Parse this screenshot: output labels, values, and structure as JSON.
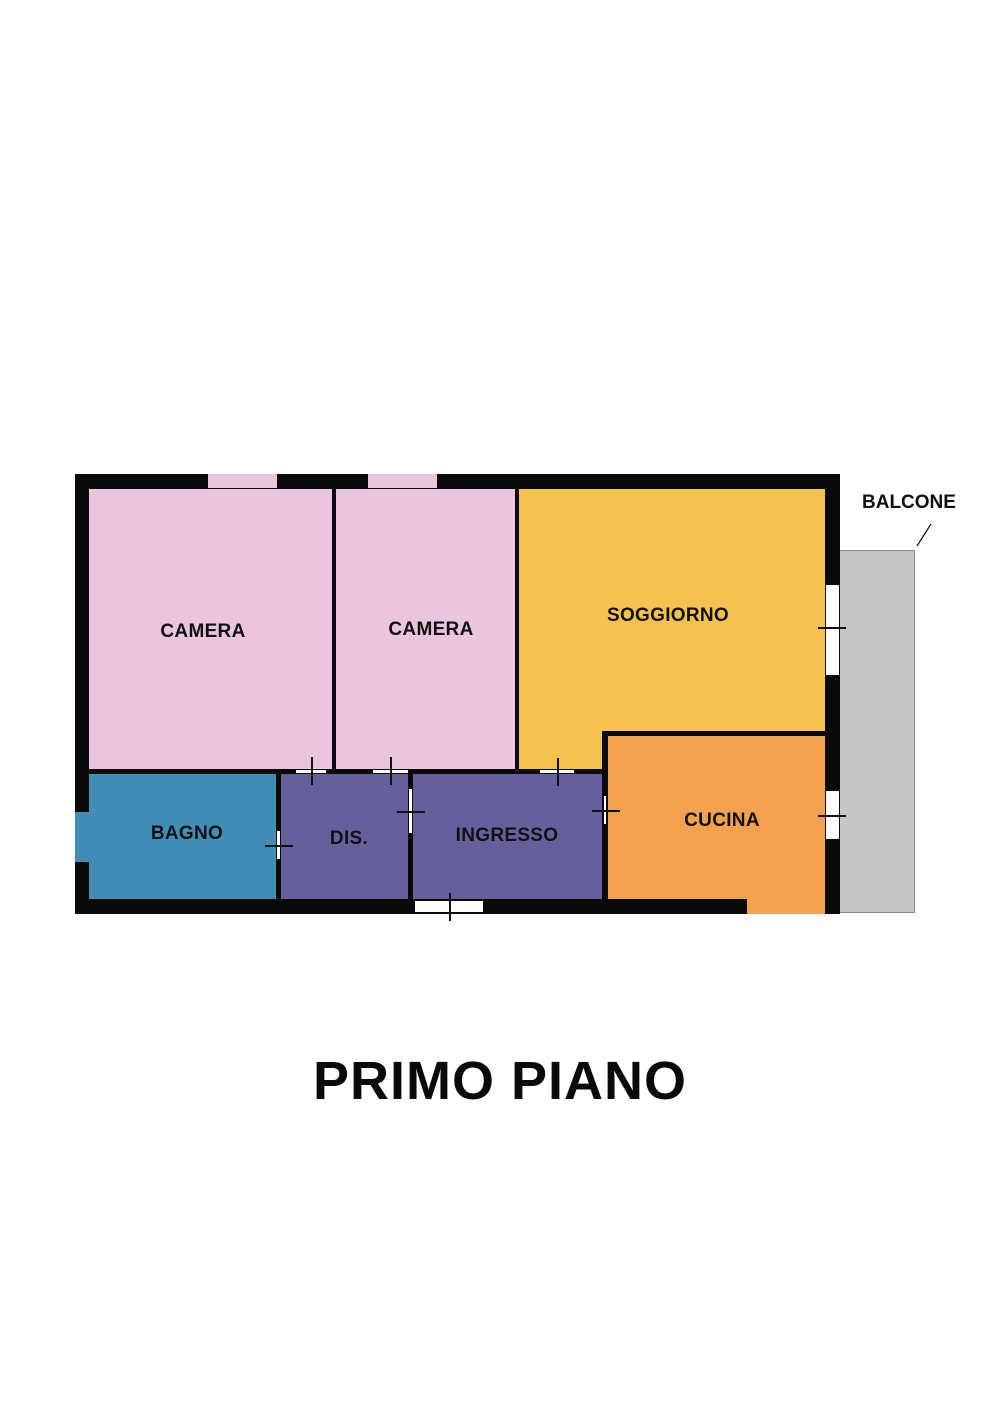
{
  "floor_plan": {
    "title": "PRIMO PIANO",
    "rooms": [
      {
        "id": "camera1",
        "label": "CAMERA",
        "color": "#ebc5de"
      },
      {
        "id": "camera2",
        "label": "CAMERA",
        "color": "#ebc5de"
      },
      {
        "id": "soggiorno",
        "label": "SOGGIORNO",
        "color": "#f5c24f"
      },
      {
        "id": "bagno",
        "label": "BAGNO",
        "color": "#418db5"
      },
      {
        "id": "dis",
        "label": "DIS.",
        "color": "#655f9c"
      },
      {
        "id": "ingresso",
        "label": "INGRESSO",
        "color": "#655f9c"
      },
      {
        "id": "cucina",
        "label": "CUCINA",
        "color": "#f2a14d"
      },
      {
        "id": "balcone",
        "label": "BALCONE",
        "color": "#c6c5c6"
      }
    ],
    "wall_color": "#0a0a0a"
  }
}
